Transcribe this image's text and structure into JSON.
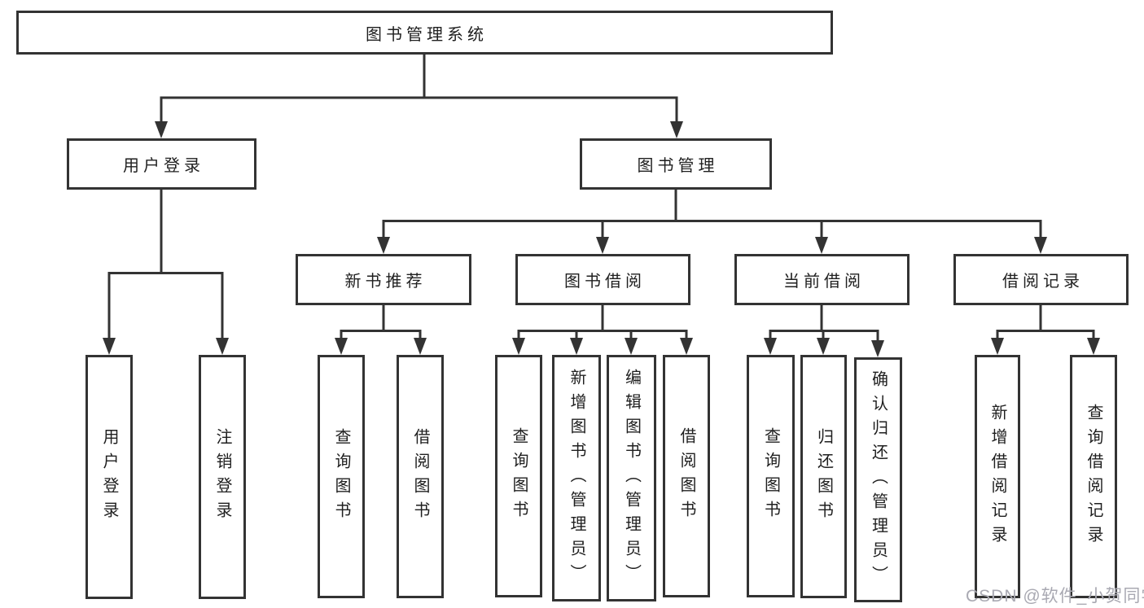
{
  "diagram_title": "图书管理系统",
  "tree": {
    "root": "图书管理系统",
    "branches": [
      {
        "label": "用户登录",
        "leaves": [
          "用户登录",
          "注销登录"
        ]
      },
      {
        "label": "图书管理",
        "groups": [
          {
            "label": "新书推荐",
            "leaves": [
              "查询图书",
              "借阅图书"
            ]
          },
          {
            "label": "图书借阅",
            "leaves": [
              "查询图书",
              "新增图书（管理员）",
              "编辑图书（管理员）",
              "借阅图书"
            ]
          },
          {
            "label": "当前借阅",
            "leaves": [
              "查询图书",
              "归还图书",
              "确认归还（管理员）"
            ]
          },
          {
            "label": "借阅记录",
            "leaves": [
              "新增借阅记录",
              "查询借阅记录"
            ]
          }
        ]
      }
    ]
  },
  "watermark": "CSDN @软件_小贺同学",
  "colors": {
    "line": "#333333",
    "box_border": "#333333",
    "box_fill": "#ffffff",
    "text": "#1f1f1f",
    "watermark": "#a9a9b2",
    "background": "#ffffff"
  }
}
